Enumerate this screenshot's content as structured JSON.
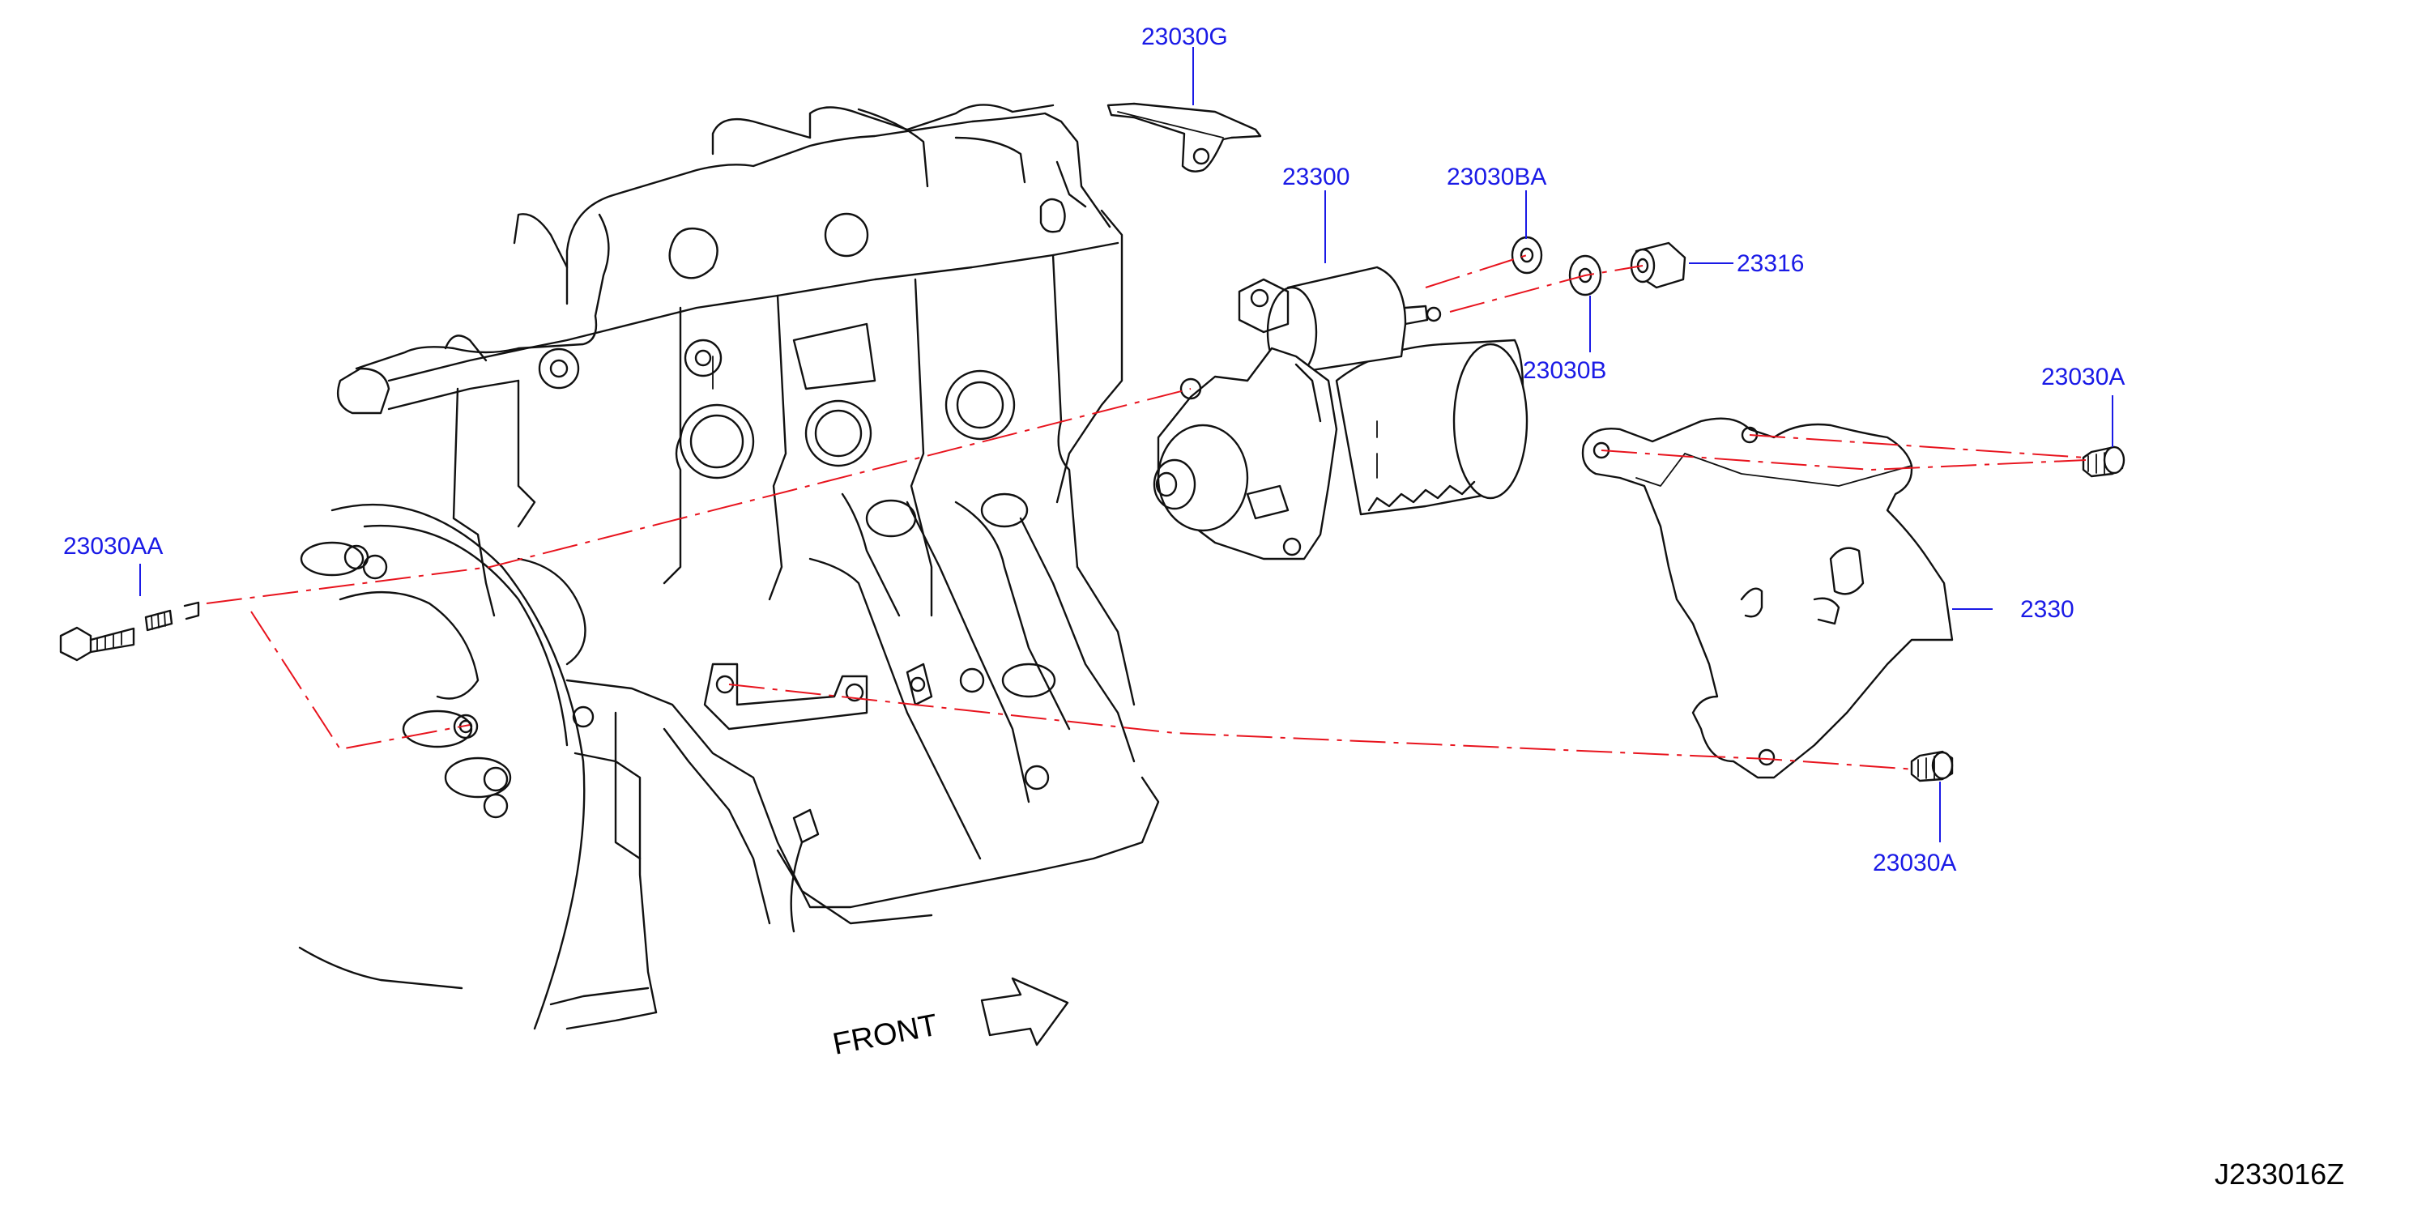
{
  "diagram_code": "J233016Z",
  "front_label": "FRONT",
  "accent_colors": {
    "part_label": "#1a1ae6",
    "phantom_line": "#e8141e",
    "line_art": "#111111"
  },
  "parts": {
    "p23030G": "23030G",
    "p23300": "23300",
    "p23030BA": "23030BA",
    "p23316": "23316",
    "p23030B": "23030B",
    "p23030A_top": "23030A",
    "p2330": "2330",
    "p23030AA": "23030AA",
    "p23030A_bottom": "23030A"
  },
  "icons": {
    "front_arrow": "front-arrow-icon"
  }
}
